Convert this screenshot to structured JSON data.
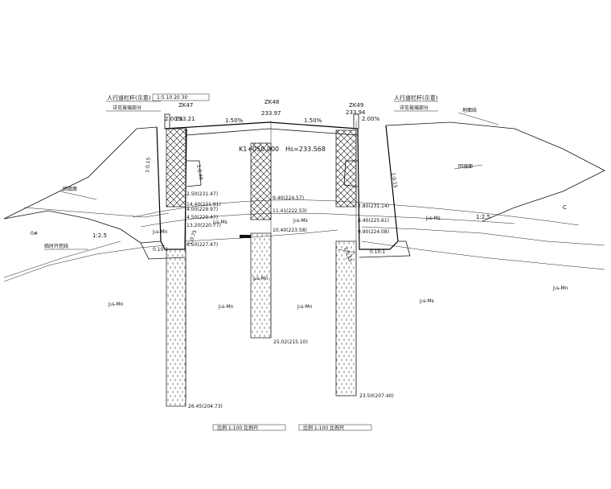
{
  "labels": {
    "railing_left": "人行道栏杆(示意)",
    "railing_left_sub": "详见玻璃部分",
    "railing_right": "人行道栏杆(示意)",
    "railing_right_sub": "详见玻璃部分",
    "ground_line": "地面线",
    "backfill_left": "回填面",
    "backfill_right": "回填面",
    "temp_slope": "临时开挖线",
    "left_mark": "0#",
    "right_mark": "C",
    "station": "K1+050.000",
    "design_elev": "Hs=233.568"
  },
  "boreholes": [
    {
      "id": "ZK47",
      "elev": "233.21"
    },
    {
      "id": "ZK48",
      "elev": "233.97"
    },
    {
      "id": "ZK49",
      "elev": "233.94"
    }
  ],
  "slopes": {
    "cross_left": "2.00%",
    "deck_left": "1.50%",
    "deck_right": "1.50%",
    "cross_right": "2.00%",
    "fill_left": "1:2.5",
    "fill_right": "1:2.5",
    "wall_left_top": "1:0.40",
    "wall_left_bot": "1:0.75",
    "wall_right": "1:0.15",
    "abut_left": "1:0.15",
    "footing_left": "0.10:1",
    "footing_right": "0.10:1"
  },
  "layer_marks": {
    "l1": "2.50(231.47)",
    "l2": "4.00(229.97)",
    "l3": "4.50(229.47)",
    "l4": "6.50(227.47)",
    "l5": "9.40(224.57)",
    "l6": "11.41(222.53)",
    "l7": "2.80(231.14)",
    "l8": "8.40(225.61)",
    "l9": "9.90(224.08)",
    "l10": "10.40(223.58)",
    "l11": "14.40(221.91)",
    "l12": "13.20(220.77)"
  },
  "rock_labels": {
    "r1": "J₁s-Mn",
    "r2": "J₁s-Mn",
    "r3": "J₁s-Mn",
    "r4": "J₁s-Ms",
    "r5": "J₁s-Mn",
    "r6": "J₁s-Mn",
    "r7": "J₁s-Mn",
    "r8": "J₁s-Ms",
    "r9": "J₁s-Ms",
    "r10": "J₁s-Ms"
  },
  "depths": {
    "bh1": "26.45(204.73)",
    "bh2": "25.02(215.10)",
    "bh3": "23.50(207.40)"
  },
  "scales": {
    "top": "1:5 10 20 30",
    "bottom_left": "比例 1:100 比例尺",
    "bottom_right": "比例 1:100 比例尺"
  }
}
